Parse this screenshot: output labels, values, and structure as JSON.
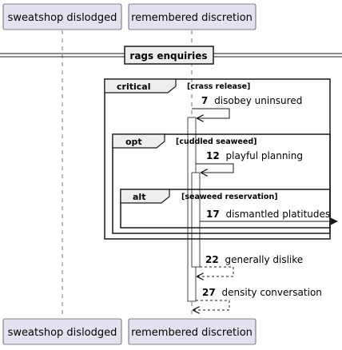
{
  "participants": {
    "left": "sweatshop dislodged",
    "right": "remembered discretion"
  },
  "divider": {
    "label": "rags enquiries"
  },
  "fragments": {
    "critical": {
      "keyword": "critical",
      "guard": "[crass release]"
    },
    "opt": {
      "keyword": "opt",
      "guard": "[cuddled seaweed]"
    },
    "alt": {
      "keyword": "alt",
      "guard": "[seaweed reservation]"
    }
  },
  "messages": [
    {
      "number": "7",
      "text": "disobey uninsured",
      "style": "solid",
      "kind": "self"
    },
    {
      "number": "12",
      "text": "playful planning",
      "style": "solid",
      "kind": "self"
    },
    {
      "number": "17",
      "text": "dismantled platitudes",
      "style": "solid",
      "kind": "outgoing"
    },
    {
      "number": "22",
      "text": "generally dislike",
      "style": "dashed",
      "kind": "self-return"
    },
    {
      "number": "27",
      "text": "density conversation",
      "style": "dashed",
      "kind": "self-return"
    }
  ],
  "colors": {
    "participant_fill": "#E2E2F0",
    "participant_border": "#181818",
    "line": "#181818",
    "lifeline": "#181818",
    "background": "#FFFFFF"
  }
}
